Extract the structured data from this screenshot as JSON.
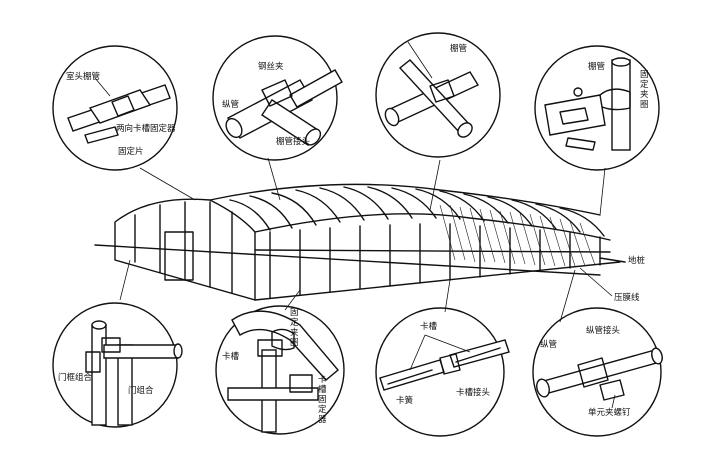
{
  "diagram": {
    "labels": {
      "top_left": {
        "room_top_pipe": "室头棚管",
        "clip_fixer": "两向卡槽固定器",
        "fixer_piece": "固定片"
      },
      "top_mid": {
        "steel_clamp": "钢丝夹",
        "longitudinal_pipe": "纵管",
        "shed_pipe_joint": "棚管接头"
      },
      "top_mid_right": {
        "shed_pipe": "棚管"
      },
      "top_right": {
        "shed_pipe": "棚管",
        "fixed_clamp_ring": "固定夹圈"
      },
      "main": {
        "ground_pile": "地桩",
        "press_film_line": "压膜线"
      },
      "bottom_left": {
        "door_frame": "门框组合",
        "door_assembly": "门组合"
      },
      "bottom_mid_left": {
        "fixed_clamp_ring": "固定夹圈",
        "clip_slot": "卡槽",
        "clip_fixer": "卡槽固定器"
      },
      "bottom_mid_right": {
        "clip_slot": "卡槽",
        "clip_spring": "卡簧",
        "clip_joint": "卡槽接头"
      },
      "bottom_right": {
        "longitudinal_pipe": "纵管",
        "longitudinal_joint": "纵管接头",
        "unit_bolt": "单元夹螺钉"
      }
    }
  }
}
